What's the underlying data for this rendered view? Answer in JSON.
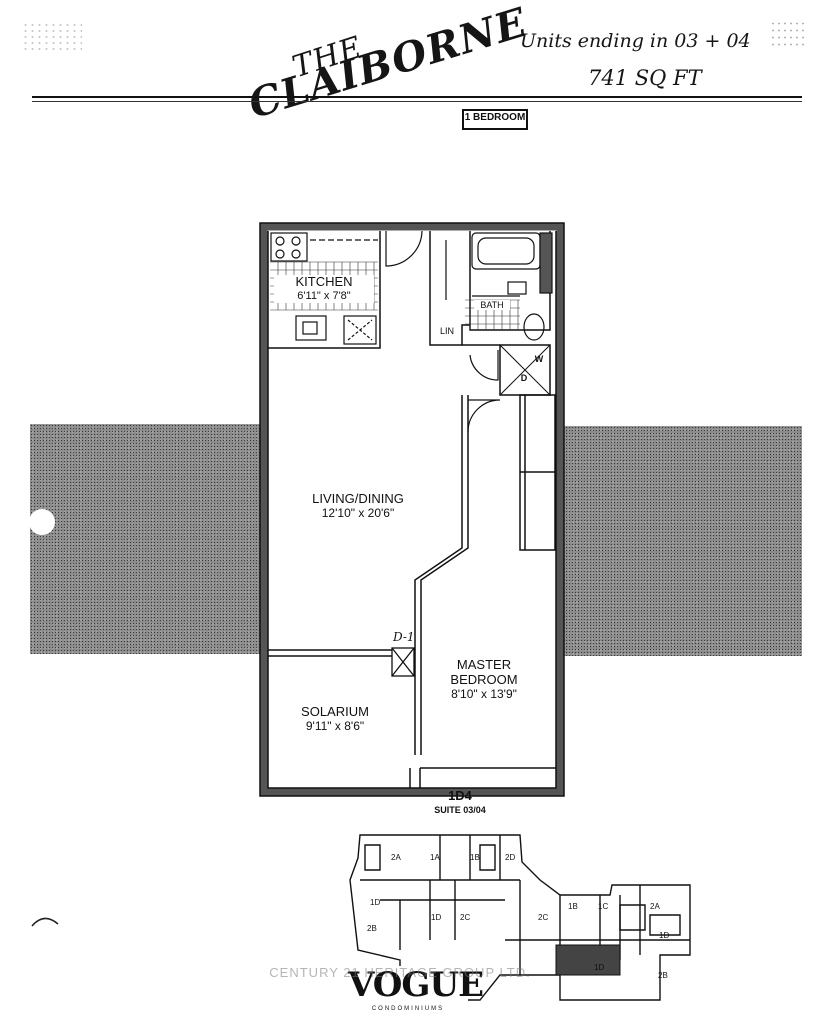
{
  "header": {
    "logo_line1": "THE",
    "logo_line2": "CLAIBORNE",
    "units_note": "Units ending in 03 + 04",
    "area_note": "741 SQ FT",
    "type_badge": "1 BEDROOM"
  },
  "rooms": {
    "kitchen": {
      "name": "KITCHEN",
      "size": "6'11\" x 7'8\""
    },
    "bath": {
      "name": "BATH"
    },
    "linen": {
      "name": "LIN"
    },
    "washer": {
      "name": "W"
    },
    "dryer": {
      "name": "D"
    },
    "living": {
      "name": "LIVING/DINING",
      "size": "12'10\" x 20'6\""
    },
    "solarium": {
      "name": "SOLARIUM",
      "size": "9'11\" x 8'6\""
    },
    "master": {
      "name": "MASTER",
      "name2": "BEDROOM",
      "size": "8'10\" x 13'9\""
    },
    "closet_tag": "D-1"
  },
  "suite": {
    "code": "1D4",
    "label": "SUITE 03/04"
  },
  "keyplan": {
    "units": [
      "2A",
      "1A",
      "1B",
      "2D",
      "1D",
      "1D",
      "2C",
      "1B",
      "1C",
      "2A",
      "2B",
      "2C",
      "1D",
      "1D",
      "2B"
    ],
    "brand": "VOGUE",
    "brand_sub": "CONDOMINIUMS"
  },
  "watermark": "CENTURY 21 HERITAGE GROUP LTD."
}
